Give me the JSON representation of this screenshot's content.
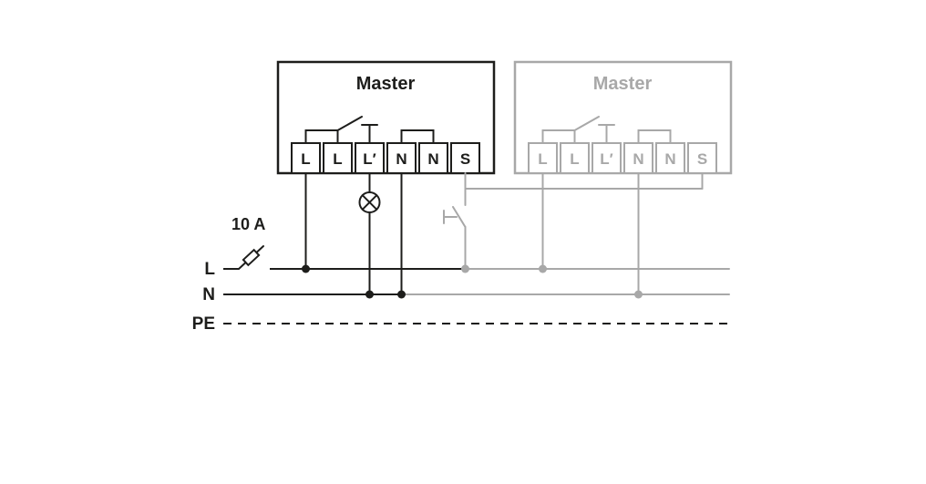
{
  "diagram": {
    "kind": "wiring-diagram",
    "colors": {
      "active": "#1d1d1b",
      "inactive": "#a8a8a8",
      "background": "#ffffff"
    },
    "devices": [
      {
        "title": "Master",
        "state": "active",
        "terminals": [
          "L",
          "L",
          "L′",
          "N",
          "N",
          "S"
        ]
      },
      {
        "title": "Master",
        "state": "inactive",
        "terminals": [
          "L",
          "L",
          "L′",
          "N",
          "N",
          "S"
        ]
      }
    ],
    "fuse": {
      "label": "10 A"
    },
    "buses": [
      {
        "label": "L",
        "style": "solid"
      },
      {
        "label": "N",
        "style": "solid"
      },
      {
        "label": "PE",
        "style": "dashed"
      }
    ]
  }
}
